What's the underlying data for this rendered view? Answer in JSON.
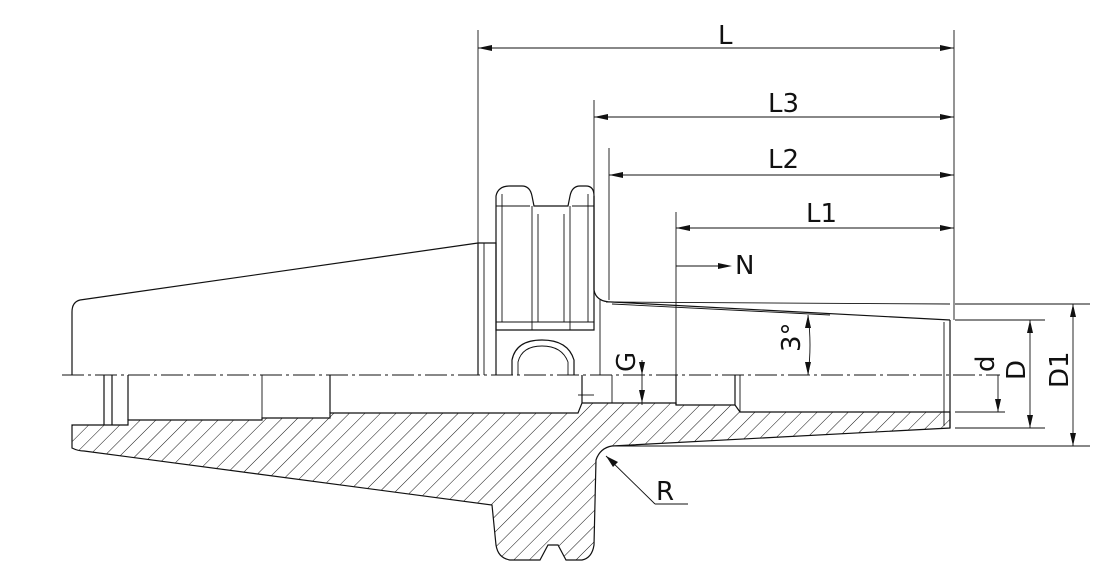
{
  "labels": {
    "L": "L",
    "L3": "L3",
    "L2": "L2",
    "L1": "L1",
    "N": "N",
    "G": "G",
    "angle": "3°",
    "d": "d",
    "D": "D",
    "D1": "D1",
    "R": "R"
  }
}
